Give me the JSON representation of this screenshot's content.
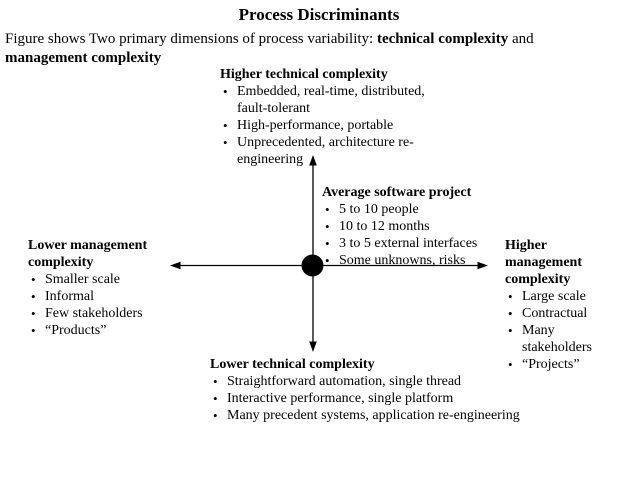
{
  "canvas": {
    "background_color": "#ffffff",
    "ink_color": "#000000"
  },
  "header": {
    "title": "Process Discriminants",
    "caption": {
      "prefix": "Figure shows Two primary dimensions of process variability: ",
      "term1": "technical complexity",
      "connector": " and",
      "term2": "management complexity"
    }
  },
  "diagram": {
    "bullet_char": "•",
    "blocks": {
      "higher_technical": {
        "heading": "Higher technical complexity",
        "bullets": [
          "Embedded, real-time, distributed,\nfault-tolerant",
          "High-performance, portable",
          "Unprecedented, architecture re-\nengineering"
        ]
      },
      "average_project": {
        "heading": "Average software project",
        "bullets": [
          "5 to 10 people",
          "10 to 12 months",
          "3 to 5 external interfaces",
          "Some unknowns, risks"
        ]
      },
      "lower_management": {
        "heading": "Lower management\ncomplexity",
        "bullets": [
          "Smaller scale",
          "Informal",
          "Few stakeholders",
          "“Products”"
        ]
      },
      "higher_management": {
        "heading": "Higher\nmanagement\ncomplexity",
        "bullets": [
          "Large scale",
          "Contractual",
          "Many\nstakeholders",
          "“Projects”"
        ]
      },
      "lower_technical": {
        "heading": "Lower technical complexity",
        "bullets": [
          "Straightforward automation, single thread",
          "Interactive performance, single platform",
          "Many precedent systems, application re-engineering"
        ]
      }
    }
  }
}
